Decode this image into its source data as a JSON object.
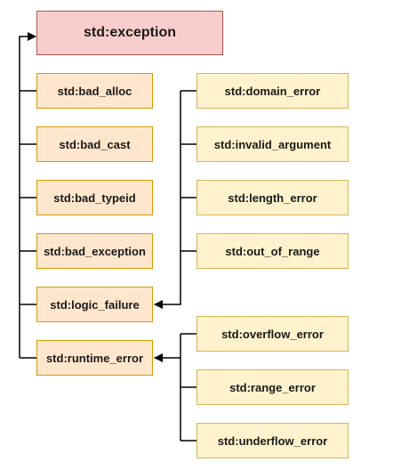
{
  "diagram": {
    "root": {
      "label": "std:exception"
    },
    "left_column": [
      {
        "id": "bad_alloc",
        "label": "std:bad_alloc"
      },
      {
        "id": "bad_cast",
        "label": "std:bad_cast"
      },
      {
        "id": "bad_typeid",
        "label": "std:bad_typeid"
      },
      {
        "id": "bad_exception",
        "label": "std:bad_exception"
      },
      {
        "id": "logic_failure",
        "label": "std:logic_failure"
      },
      {
        "id": "runtime_error",
        "label": "std:runtime_error"
      }
    ],
    "logic_children": [
      {
        "id": "domain_error",
        "label": "std:domain_error"
      },
      {
        "id": "invalid_argument",
        "label": "std:invalid_argument"
      },
      {
        "id": "length_error",
        "label": "std:length_error"
      },
      {
        "id": "out_of_range",
        "label": "std:out_of_range"
      }
    ],
    "runtime_children": [
      {
        "id": "overflow_error",
        "label": "std:overflow_error"
      },
      {
        "id": "range_error",
        "label": "std:range_error"
      },
      {
        "id": "underflow_error",
        "label": "std:underflow_error"
      }
    ],
    "colors": {
      "root_fill": "#f8cecc",
      "root_stroke": "#b85450",
      "orange_fill": "#ffe6cc",
      "orange_stroke": "#d79b00",
      "yellow_fill": "#fff2cc",
      "yellow_stroke": "#d6b656",
      "edge": "#000000"
    }
  }
}
